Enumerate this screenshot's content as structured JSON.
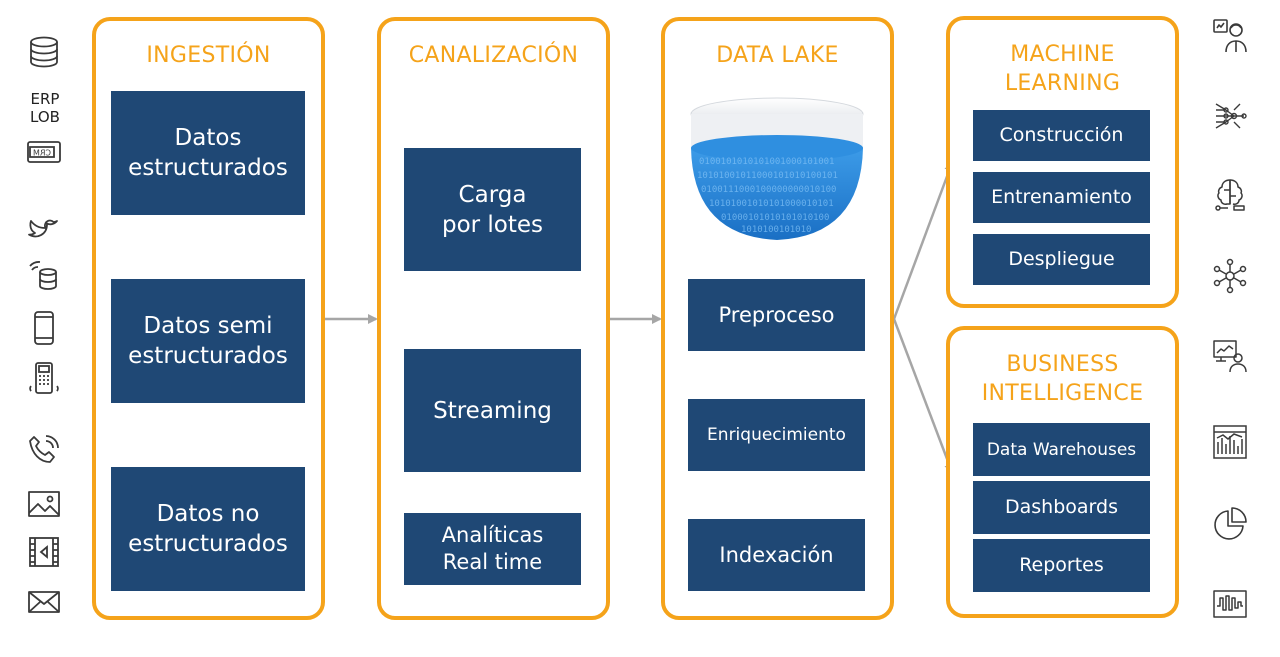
{
  "colors": {
    "accent": "#f5a31a",
    "box": "#1f4875",
    "arrow": "#a6a6a6",
    "icon": "#3a3a3a"
  },
  "sources": {
    "erp_label": "ERP\nLOB",
    "icons": [
      "database-icon",
      "crm-icon",
      "twitter-bird-icon",
      "iot-sensor-icon",
      "smartphone-icon",
      "pos-terminal-icon",
      "phone-call-icon",
      "image-icon",
      "video-icon",
      "mail-icon"
    ]
  },
  "ingestion": {
    "title": "INGESTIÓN",
    "boxes": [
      "Datos\nestructurados",
      "Datos semi\nestructurados",
      "Datos no\nestructurados"
    ]
  },
  "pipeline": {
    "title": "CANALIZACIÓN",
    "batch": "Carga\npor lotes",
    "streaming": "Streaming",
    "realtime": "Analíticas\nReal time"
  },
  "datalake": {
    "title": "DATA LAKE",
    "preprocess": "Preproceso",
    "enrich": "Enriquecimiento",
    "index": "Indexación"
  },
  "ml": {
    "title": "MACHINE\nLEARNING",
    "items": [
      "Construcción",
      "Entrenamiento",
      "Despliegue"
    ]
  },
  "bi": {
    "title": "BUSINESS\nINTELLIGENCE",
    "items": [
      "Data Warehouses",
      "Dashboards",
      "Reportes"
    ]
  },
  "outputs": {
    "icons": [
      "data-scientist-icon",
      "neural-network-icon",
      "brain-analytics-icon",
      "network-nodes-icon",
      "presenter-chart-icon",
      "bar-dashboard-icon",
      "pie-chart-icon",
      "waveform-chart-icon"
    ]
  }
}
